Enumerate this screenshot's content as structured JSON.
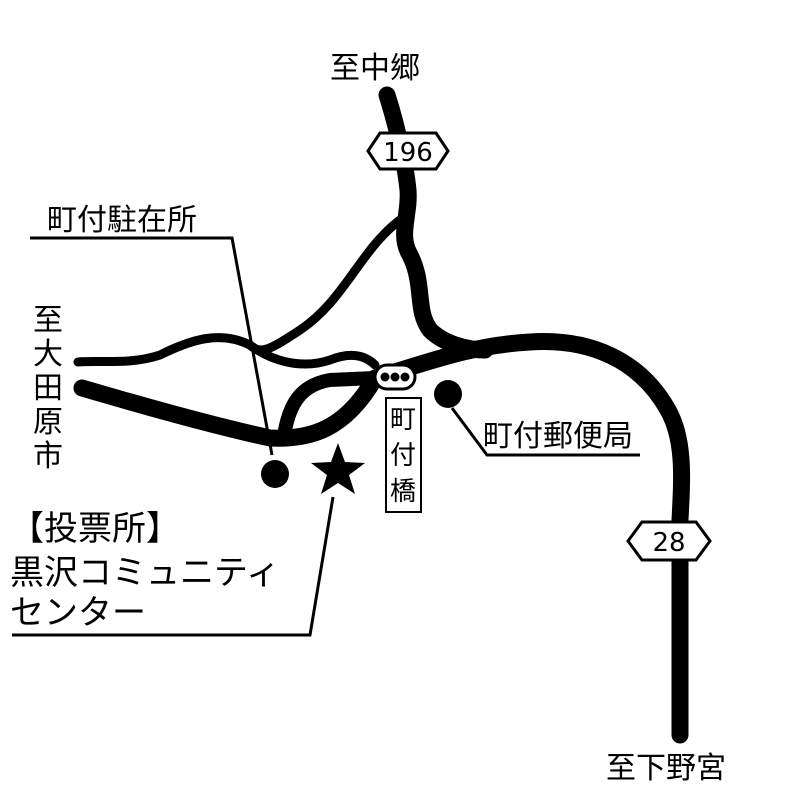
{
  "directions": {
    "north": "至中郷",
    "west": "至大田原市",
    "south": "至下野宮"
  },
  "routes": {
    "r196": "196",
    "r28": "28"
  },
  "places": {
    "police_box": "町付駐在所",
    "post_office": "町付郵便局",
    "bridge": "町付橋"
  },
  "polling_station": {
    "line1": "【投票所】",
    "line2": "黒沢コミュニティ",
    "line3": "センター"
  }
}
